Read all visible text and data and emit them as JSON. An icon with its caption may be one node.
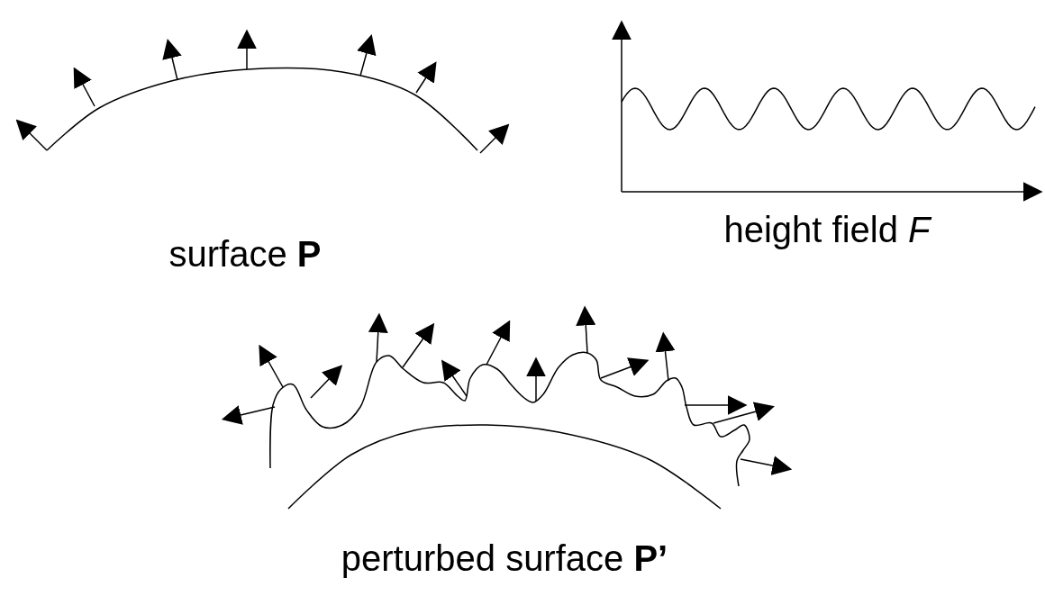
{
  "diagram": {
    "labels": [
      "surface **P**",
      "height field *F*",
      "perturbed surface **P’**"
    ]
  }
}
